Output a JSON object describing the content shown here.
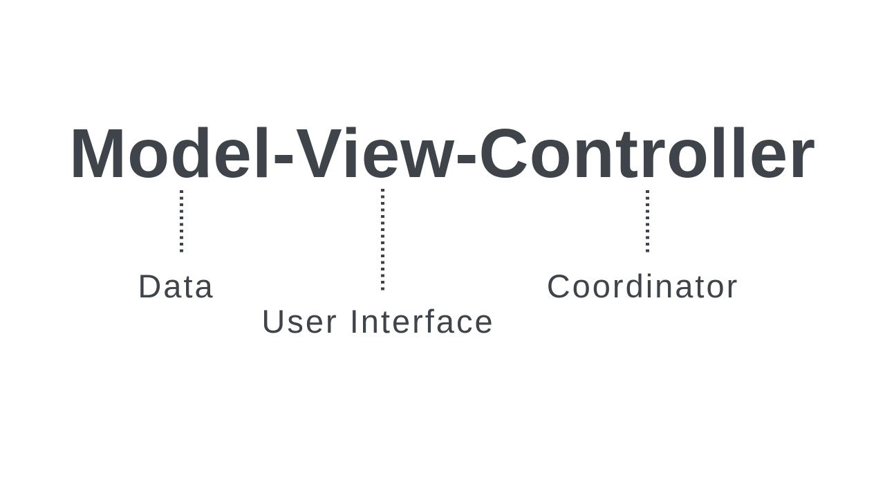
{
  "title": "Model-View-Controller",
  "annotations": [
    {
      "term": "Model",
      "label": "Data"
    },
    {
      "term": "View",
      "label": "User Interface"
    },
    {
      "term": "Controller",
      "label": "Coordinator"
    }
  ],
  "colors": {
    "text": "#3f434a",
    "connector": "#3f434a",
    "background": "#ffffff"
  }
}
